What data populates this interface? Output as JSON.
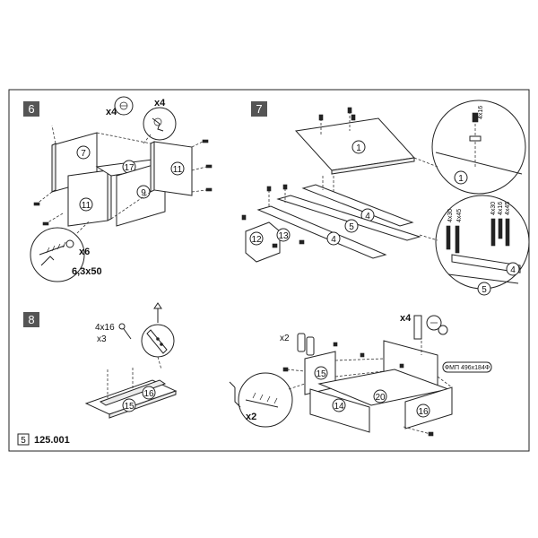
{
  "steps": {
    "s6": "6",
    "s7": "7",
    "s8": "8"
  },
  "step6": {
    "qty_top": "x4",
    "qty_cam": "x4",
    "qty_screw": "x6",
    "screw_size": "6,3x50",
    "parts": [
      "7",
      "9",
      "11",
      "11",
      "17"
    ]
  },
  "step7": {
    "parts": [
      "1",
      "4",
      "5",
      "4",
      "12",
      "13"
    ],
    "callout_top_size": "4x16",
    "callout_top_part": "1",
    "callout_bottom_sizes": [
      "4x30",
      "4x45",
      "4x30",
      "4x16",
      "4x45"
    ],
    "callout_bottom_parts": [
      "4",
      "5"
    ]
  },
  "step8": {
    "screw_size": "4x16",
    "screw_qty": "x3",
    "parts_left": [
      "15",
      "16"
    ],
    "dowel_qty": "x2",
    "cam_qty": "x4",
    "screw_qty_b": "x2",
    "parts_right": [
      "15",
      "14",
      "20",
      "16"
    ],
    "guide_label": "ФМП 496x184Ф"
  },
  "footer": {
    "page": "5",
    "code": "125.001"
  }
}
